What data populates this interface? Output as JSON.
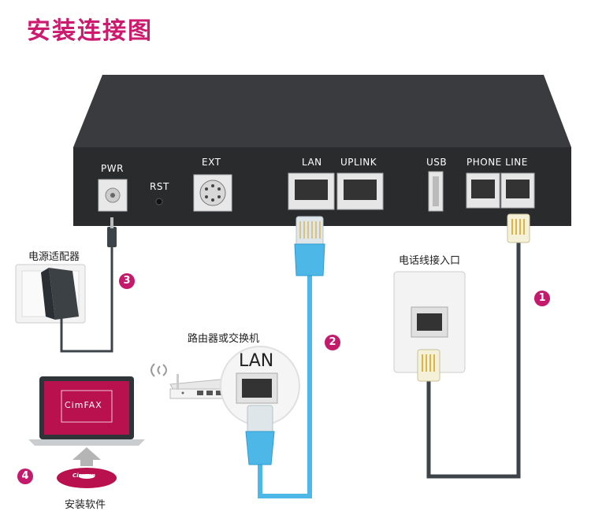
{
  "title": "安装连接图",
  "device": {
    "ports": {
      "pwr": "PWR",
      "rst": "RST",
      "ext": "EXT",
      "lan": "LAN",
      "uplink": "UPLINK",
      "usb": "USB",
      "phone_line": "PHONE LINE"
    }
  },
  "labels": {
    "power_adapter": "电源适配器",
    "phone_wall_jack": "电话线接入口",
    "router_switch": "路由器或交换机",
    "router_lan": "LAN",
    "install_software": "安装软件",
    "laptop_logo": "CimFAX",
    "cd_logo": "Cimsun"
  },
  "steps": [
    "1",
    "2",
    "3",
    "4"
  ],
  "colors": {
    "title": "#cc1a6e",
    "badge": "#c41a6c",
    "lan_cable": "#4db8e8",
    "phone_cable": "#3d4449",
    "power_cable": "#3d4449",
    "device_body": "#2a2b2d"
  }
}
